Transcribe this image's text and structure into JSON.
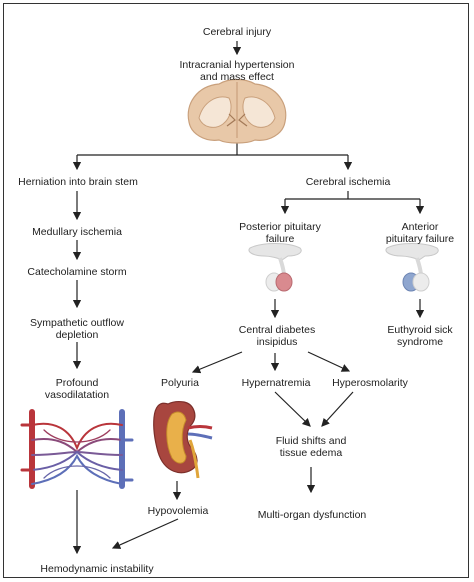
{
  "nodes": {
    "cerebral_injury": "Cerebral injury",
    "intracranial_hypertension": "Intracranial hypertension\nand mass effect",
    "herniation": "Herniation into brain stem",
    "cerebral_ischemia": "Cerebral ischemia",
    "medullary_ischemia": "Medullary ischemia",
    "catecholamine_storm": "Catecholamine storm",
    "sympathetic_outflow": "Sympathetic outflow\ndepletion",
    "profound_vasodilatation": "Profound\nvasodilatation",
    "posterior_pituitary": "Posterior pituitary\nfailure",
    "anterior_pituitary": "Anterior\npituitary failure",
    "central_diabetes_insipidus": "Central diabetes\ninsipidus",
    "euthyroid_sick": "Euthyroid sick\nsyndrome",
    "polyuria": "Polyuria",
    "hypernatremia": "Hypernatremia",
    "hyperosmolarity": "Hyperosmolarity",
    "fluid_shifts": "Fluid shifts and\ntissue edema",
    "hypovolemia": "Hypovolemia",
    "multi_organ": "Multi-organ dysfunction",
    "hemodynamic_instability": "Hemodynamic instability"
  },
  "colors": {
    "line": "#222222",
    "artery": "#b9353b",
    "vein": "#5d6fb8",
    "brain": "#e8c8a8",
    "pituitary_post": "#d98a8f",
    "pituitary_ant": "#8fa6cf",
    "kidney": "#a8463f"
  },
  "icons": [
    "brain-icon",
    "posterior-pituitary-icon",
    "anterior-pituitary-icon",
    "vessel-network-icon",
    "kidney-icon"
  ]
}
